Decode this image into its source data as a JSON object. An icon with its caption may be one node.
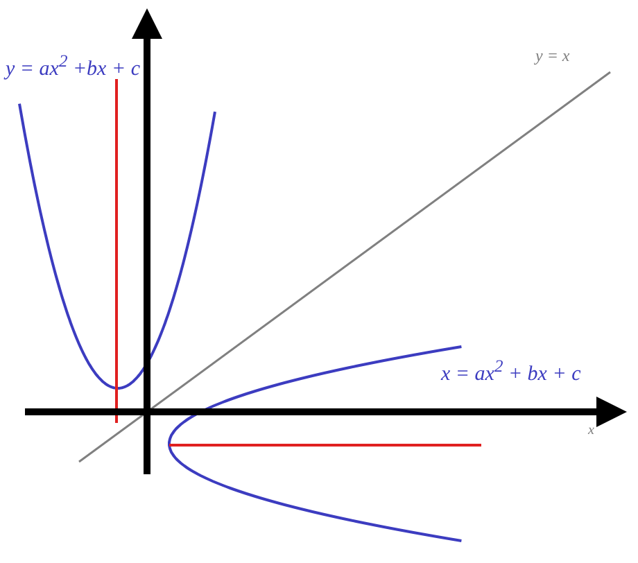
{
  "diagram": {
    "labels": [
      "y = ax$^{2}$ +bx + c",
      "y = x",
      "x = ax$^{2}$ + bx + c",
      "x"
    ]
  }
}
